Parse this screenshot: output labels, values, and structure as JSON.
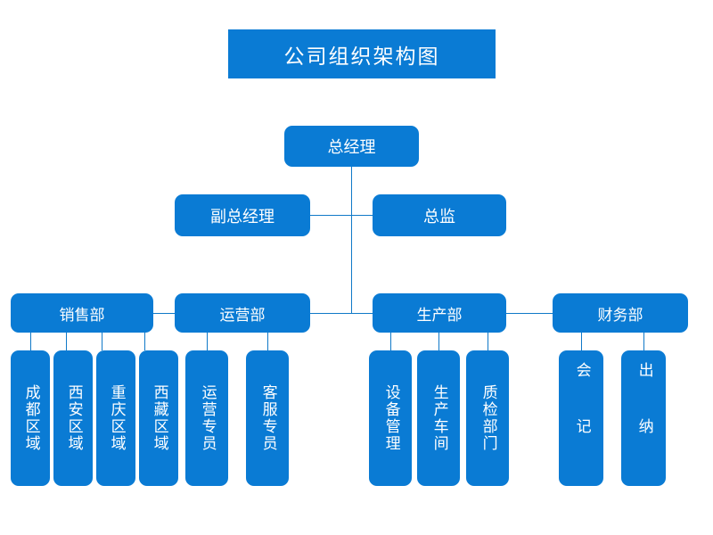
{
  "chart_title": "公司组织架构图",
  "theme": {
    "box_color": "#0a7bd4",
    "line_color": "#1079c8",
    "text_color": "#ffffff",
    "background": "#ffffff"
  },
  "org": {
    "level1": {
      "label": "总经理"
    },
    "level2": [
      {
        "label": "副总经理"
      },
      {
        "label": "总监"
      }
    ],
    "departments": [
      {
        "label": "销售部",
        "children": [
          {
            "label": "成都区域"
          },
          {
            "label": "西安区域"
          },
          {
            "label": "重庆区域"
          },
          {
            "label": "西藏区域"
          }
        ]
      },
      {
        "label": "运营部",
        "children": [
          {
            "label": "运营专员"
          },
          {
            "label": "客服专员"
          }
        ]
      },
      {
        "label": "生产部",
        "children": [
          {
            "label": "设备管理"
          },
          {
            "label": "生产车间"
          },
          {
            "label": "质检部门"
          }
        ]
      },
      {
        "label": "财务部",
        "children": [
          {
            "label": "会记"
          },
          {
            "label": "出纳"
          }
        ]
      }
    ]
  }
}
